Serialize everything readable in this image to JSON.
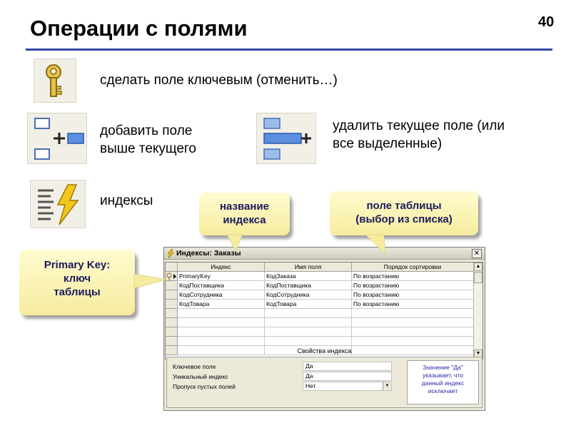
{
  "slide": {
    "title": "Операции с полями",
    "page_number": "40"
  },
  "items": {
    "key": {
      "icon": "primary-key-icon",
      "caption": "сделать поле ключевым (отменить…)"
    },
    "insert": {
      "icon": "insert-rows-icon",
      "caption_lines": [
        "добавить поле",
        "выше текущего"
      ]
    },
    "delete": {
      "icon": "delete-rows-icon",
      "caption_lines": [
        "удалить текущее поле (или",
        "все выделенные)"
      ]
    },
    "indexes": {
      "icon": "indexes-icon",
      "caption": "индексы"
    }
  },
  "callouts": {
    "index_name": {
      "lines": [
        "название",
        "индекса"
      ]
    },
    "table_field": {
      "lines": [
        "поле таблицы",
        "(выбор из списка)"
      ]
    },
    "primary_key": {
      "lines": [
        "Primary Key:",
        "ключ",
        "таблицы"
      ]
    }
  },
  "dialog": {
    "title": "Индексы: Заказы",
    "close": "✕",
    "columns": [
      "Индекс",
      "Имя поля",
      "Порядок сортировки"
    ],
    "rows": [
      {
        "index": "PrimaryKey",
        "field": "КодЗаказа",
        "order": "По возрастанию"
      },
      {
        "index": "КодПоставщика",
        "field": "КодПоставщика",
        "order": "По возрастанию"
      },
      {
        "index": "КодСотрудника",
        "field": "КодСотрудника",
        "order": "По возрастанию"
      },
      {
        "index": "КодТовара",
        "field": "КодТовара",
        "order": "По возрастанию"
      }
    ],
    "properties_label": "Свойства индекса",
    "properties": [
      {
        "label": "Ключевое поле",
        "value": "Да"
      },
      {
        "label": "Уникальный индекс",
        "value": "Да"
      },
      {
        "label": "Пропуск пустых полей",
        "value": "Нет"
      }
    ],
    "hint_lines": [
      "Значение \"Да\"",
      "указывает, что",
      "данный индекс",
      "исключает"
    ]
  },
  "colors": {
    "rule": "#3348a8",
    "callout_text": "#1a1a5c",
    "hint_text": "#2a2aa8"
  }
}
